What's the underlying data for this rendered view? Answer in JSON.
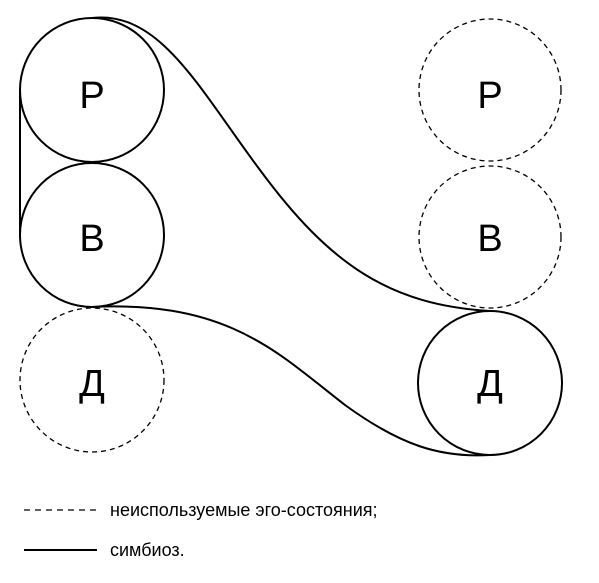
{
  "diagram": {
    "left_person": {
      "parent_label": "Р",
      "adult_label": "В",
      "child_label": "Д"
    },
    "right_person": {
      "parent_label": "Р",
      "adult_label": "В",
      "child_label": "Д"
    }
  },
  "legend": {
    "unused_text": "неиспользуемые эго-состояния;",
    "symbiosis_text": "симбиоз."
  }
}
